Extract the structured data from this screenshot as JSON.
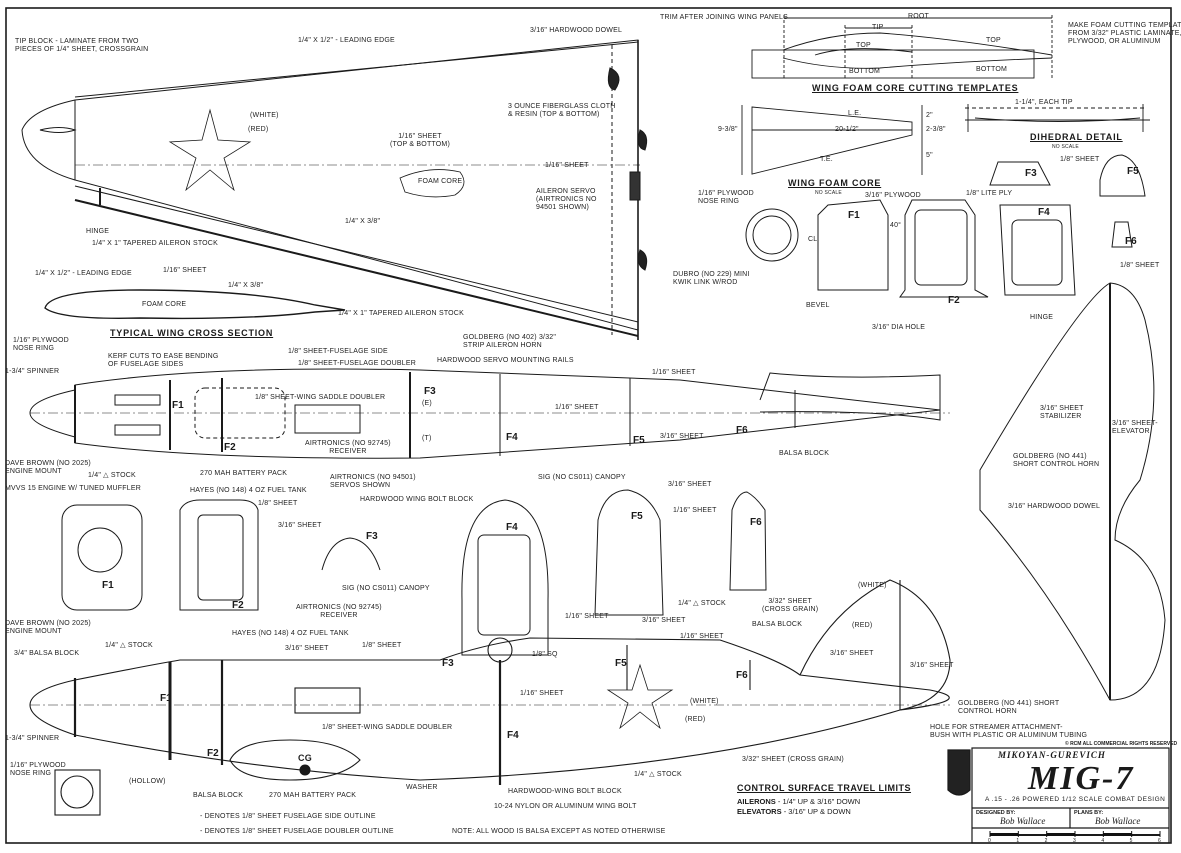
{
  "drawing": {
    "type": "model airplane construction plan",
    "border_color": "#111111",
    "paper_color": "#ffffff"
  },
  "titles": {
    "wing_templates": "WING FOAM CORE CUTTING TEMPLATES",
    "dihedral": "DIHEDRAL DETAIL",
    "dihedral_note": "NO SCALE",
    "wing_core": "WING FOAM CORE",
    "wing_core_note": "NO SCALE",
    "wing_section": "TYPICAL WING CROSS SECTION",
    "control_limits": "CONTROL SURFACE TRAVEL LIMITS"
  },
  "wing_plan": {
    "tip_block": "TIP BLOCK - LAMINATE FROM TWO\nPIECES OF 1/4\" SHEET, CROSSGRAIN",
    "leading_edge": "1/4\" X 1/2\" - LEADING EDGE",
    "dowel": "3/16\" HARDWOOD DOWEL",
    "trim": "TRIM AFTER JOINING WING PANELS",
    "white": "(WHITE)",
    "red": "(RED)",
    "sheet": "1/16\" SHEET\n(TOP & BOTTOM)",
    "fiberglass": "3 OUNCE FIBERGLASS CLOTH\n& RESIN (TOP & BOTTOM)",
    "sheet2": "1/16\" SHEET",
    "foam_core": "FOAM CORE",
    "aileron_servo": "AILERON SERVO\n(AIRTRONICS NO\n94501 SHOWN)",
    "hinge": "HINGE",
    "aileron_stock": "1/4\" X 1\" TAPERED AILERON STOCK",
    "spar": "1/4\" X 3/8\"",
    "kwik_link": "DUBRO (NO 229) MINI\nKWIK LINK W/ROD",
    "aileron_horn": "GOLDBERG (NO 402) 3/32\"\nSTRIP AILERON HORN"
  },
  "templates": {
    "root": "ROOT",
    "tip": "TIP",
    "top1": "TOP",
    "top2": "TOP",
    "bottom1": "BOTTOM",
    "bottom2": "BOTTOM",
    "note": "MAKE FOAM CUTTING TEMPLATES\nFROM 3/32\" PLASTIC LAMINATE,\nPLYWOOD, OR ALUMINUM"
  },
  "foam_core": {
    "le": "L.E.",
    "te": "T.E.",
    "span": "20-1/2\"",
    "root_chord": "9-3/8\"",
    "d1": "2\"",
    "d2": "2-3/8\"",
    "d3": "5\""
  },
  "dihedral": {
    "each_tip": "1-1/4\", EACH TIP"
  },
  "formers": {
    "nose_ring": "1/16\" PLYWOOD\nNOSE RING",
    "f1_ply": "3/16\" PLYWOOD",
    "lite_ply": "1/8\" LITE PLY",
    "angle": "40°",
    "cl": "CL",
    "bevel": "BEVEL",
    "hole": "3/16\" DIA HOLE",
    "f3_sheet": "1/8\" SHEET",
    "f6_sheet": "1/8\" SHEET",
    "labels": [
      "F1",
      "F2",
      "F3",
      "F4",
      "F5",
      "F6"
    ]
  },
  "top_fuselage": {
    "nose_ring": "1/16\" PLYWOOD\nNOSE RING",
    "spinner": "1-3/4\" SPINNER",
    "kerf": "KERF CUTS TO EASE BENDING\nOF FUSELAGE SIDES",
    "side": "1/8\" SHEET-FUSELAGE SIDE",
    "doubler": "1/8\" SHEET-FUSELAGE DOUBLER",
    "rails": "HARDWOOD SERVO MOUNTING RAILS",
    "saddle": "1/8\" SHEET-WING SADDLE DOUBLER",
    "receiver": "AIRTRONICS (NO 92745)\nRECEIVER",
    "engine_mount": "DAVE BROWN (NO 2025)\nENGINE MOUNT",
    "tri_stock": "1/4\" △ STOCK",
    "battery": "270 MAH BATTERY PACK",
    "tank": "HAYES (NO 148) 4 OZ FUEL TANK",
    "servos": "AIRTRONICS (NO 94501)\nSERVOS SHOWN",
    "bolt_block": "HARDWOOD WING BOLT BLOCK",
    "sheet_a": "1/16\" SHEET",
    "sheet_b": "1/16\" SHEET",
    "sheet_c": "3/16\" SHEET",
    "balsa": "BALSA BLOCK",
    "e": "(E)",
    "t": "(T)"
  },
  "cross_sections": {
    "engine": "MVVS 15 ENGINE W/ TUNED MUFFLER",
    "engine_mount": "DAVE BROWN (NO 2025)\nENGINE MOUNT",
    "sheet18": "1/8\" SHEET",
    "sheet316": "3/16\" SHEET",
    "canopy1": "SIG (NO CS011) CANOPY",
    "canopy2": "SIG (NO CS011) CANOPY",
    "receiver": "AIRTRONICS (NO 92745)\nRECEIVER",
    "tank": "HAYES (NO 148) 4 OZ FUEL TANK",
    "f5_top": "3/16\" SHEET",
    "f5_side": "1/16\" SHEET",
    "stock": "1/4\" △ STOCK",
    "cross_grain": "3/32\" SHEET\n(CROSS GRAIN)"
  },
  "side_view": {
    "balsa_34": "3/4\" BALSA BLOCK",
    "tri_stock": "1/4\" △ STOCK",
    "sheet316": "3/16\" SHEET",
    "sheet18": "1/8\" SHEET",
    "sheet116a": "1/16\" SHEET",
    "sheet316b": "3/16\" SHEET",
    "sheet116b": "1/16\" SHEET",
    "sq": "1/8\" SQ",
    "sheet116c": "1/16\" SHEET",
    "balsa_block": "BALSA BLOCK",
    "fin_sheet": "3/16\" SHEET",
    "rudder_sheet": "3/16\" SHEET",
    "white": "(WHITE)",
    "red": "(RED)",
    "fin_white": "(WHITE)",
    "fin_red": "(RED)",
    "horn": "GOLDBERG (NO 441) SHORT\nCONTROL HORN",
    "streamer": "HOLE FOR STREAMER ATTACHMENT-\nBUSH WITH PLASTIC OR ALUMINUM TUBING",
    "cross_grain": "3/32\" SHEET (CROSS GRAIN)",
    "tri_stock2": "1/4\" △ STOCK",
    "bolt_block": "HARDWOOD-WING BOLT BLOCK",
    "bolt": "10-24 NYLON OR ALUMINUM WING BOLT",
    "washer": "WASHER",
    "battery": "270 MAH BATTERY PACK",
    "balsa_block2": "BALSA BLOCK",
    "hollow": "(HOLLOW)",
    "spinner": "1-3/4\" SPINNER",
    "nose_ring": "1/16\" PLYWOOD\nNOSE RING",
    "cg": "CG",
    "saddle": "1/8\" SHEET-WING SADDLE DOUBLER",
    "legend1": "- DENOTES 1/8\" SHEET FUSELAGE SIDE OUTLINE",
    "legend2": "- DENOTES 1/8\" SHEET FUSELAGE DOUBLER OUTLINE",
    "note": "NOTE: ALL WOOD IS BALSA EXCEPT AS NOTED OTHERWISE"
  },
  "stabilizer": {
    "hinge": "HINGE",
    "stab": "3/16\" SHEET\nSTABILIZER",
    "elevator": "3/16\" SHEET-\nELEVATOR",
    "horn": "GOLDBERG (NO 441)\nSHORT CONTROL HORN",
    "dowel": "3/16\" HARDWOOD DOWEL"
  },
  "control_limits": {
    "ailerons_label": "AILERONS",
    "ailerons_value": "- 1/4\" UP & 3/16\" DOWN",
    "elevators_label": "ELEVATORS",
    "elevators_value": "- 3/16\" UP & DOWN"
  },
  "title_block": {
    "copyright": "© RCM ALL COMMERCIAL RIGHTS RESERVED",
    "maker": "MIKOYAN-GUREVICH",
    "model": "MIG-7",
    "subtitle": "A .15 - .26 POWERED 1/12 SCALE COMBAT DESIGN",
    "designed_by_label": "DESIGNED BY:",
    "plans_by_label": "PLANS BY:",
    "designer": "Bob Wallace",
    "plans_by": "Bob Wallace",
    "scale_ticks": [
      "0",
      "1",
      "2",
      "3",
      "4",
      "5",
      "6"
    ]
  }
}
